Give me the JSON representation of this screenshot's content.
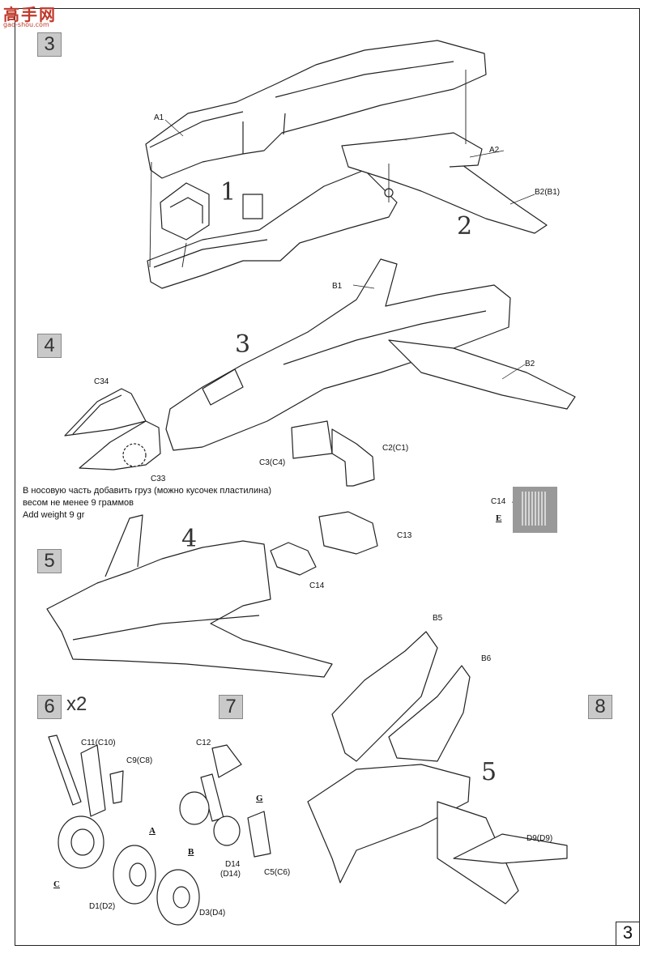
{
  "watermark": {
    "title": "高手网",
    "url": "gao-shou.com"
  },
  "page_number": "3",
  "steps": [
    {
      "number": "3"
    },
    {
      "number": "4"
    },
    {
      "number": "5"
    },
    {
      "number": "6",
      "multiplier": "x2"
    },
    {
      "number": "7"
    },
    {
      "number": "8"
    }
  ],
  "sub_assemblies": [
    "1",
    "2",
    "3",
    "4",
    "5"
  ],
  "labels": {
    "a1": "A1",
    "a2": "A2",
    "b2_b1": "B2(B1)",
    "b1": "B1",
    "b2": "B2",
    "c34": "C34",
    "c33": "C33",
    "c3_c4": "C3(C4)",
    "c2_c1": "C2(C1)",
    "c14_etch": "C14",
    "e": "E",
    "c13": "C13",
    "c14": "C14",
    "b5": "B5",
    "b6": "B6",
    "d9_d9": "D9(D9)",
    "c11_c10": "C11(C10)",
    "c9_c8": "C9(C8)",
    "c": "C",
    "a": "A",
    "b": "B",
    "d1_d2": "D1(D2)",
    "d3_d4": "D3(D4)",
    "c12": "C12",
    "g": "G",
    "d14": "D14",
    "d14b": "(D14)",
    "c5_c6": "C5(C6)"
  },
  "notes": {
    "ru_line1": "В носовую часть добавить груз (можно кусочек пластилина)",
    "ru_line2": "весом не менее 9 граммов",
    "en": "Add weight 9 gr"
  }
}
